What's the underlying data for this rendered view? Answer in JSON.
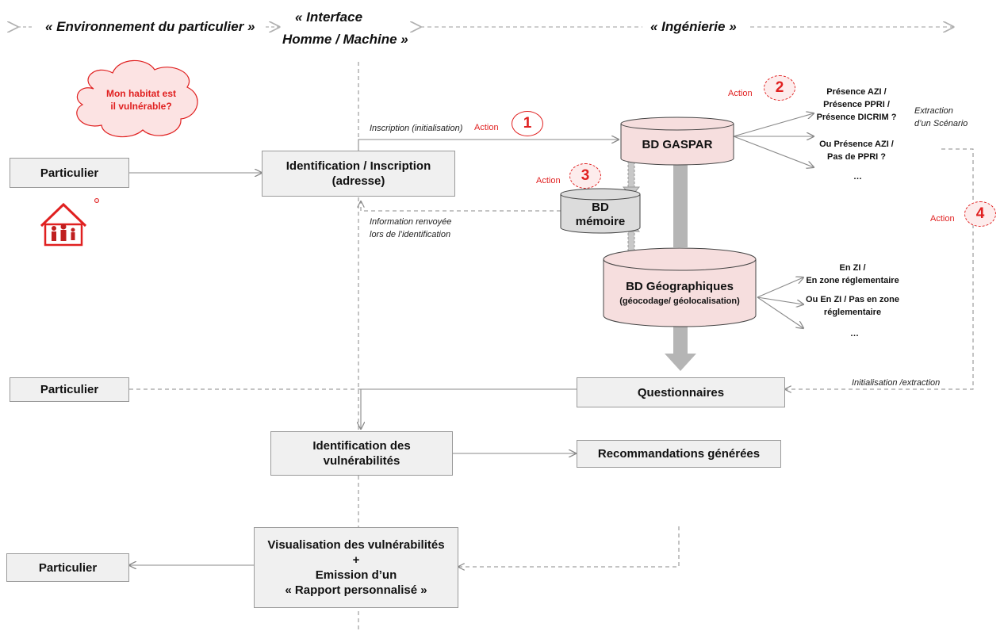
{
  "headers": {
    "env": "« Environnement du particulier »",
    "ihm_line1": "« Interface",
    "ihm_line2": "Homme / Machine »",
    "ing": "« Ingénierie »"
  },
  "cloud": {
    "line1": "Mon habitat est",
    "line2": "il vulnérable?"
  },
  "boxes": {
    "particulier_1": "Particulier",
    "particulier_2": "Particulier",
    "particulier_3": "Particulier",
    "identification_line1": "Identification / Inscription",
    "identification_line2": "(adresse)",
    "questionnaires": "Questionnaires",
    "vuln_line1": "Identification des",
    "vuln_line2": "vulnérabilités",
    "recommandations": "Recommandations générées",
    "visu_line1": "Visualisation des vulnérabilités",
    "visu_line2": "+",
    "visu_line3": "Emission d’un",
    "visu_line4": "« Rapport personnalisé »"
  },
  "databases": {
    "gaspar": "BD GASPAR",
    "memoire_line1": "BD",
    "memoire_line2": "mémoire",
    "geo_line1": "BD Géographiques",
    "geo_line2": "(géocodage/ géolocalisation)"
  },
  "labels": {
    "inscription": "Inscription (initialisation)",
    "info_line1": "Information  renvoyée",
    "info_line2": "lors de l’identification",
    "extraction_line1": "Extraction",
    "extraction_line2": "d’un Scénario",
    "init_extraction": "Initialisation /extraction"
  },
  "gaspar_outputs": {
    "l1": "Présence AZI /",
    "l2": "Présence PPRI /",
    "l3": "Présence DICRIM  ?",
    "l4": "Ou Présence AZI /",
    "l5": "Pas de PPRI  ?",
    "l6": "…"
  },
  "geo_outputs": {
    "l1": "En ZI /",
    "l2": "En zone réglementaire",
    "l3": "Ou En ZI /  Pas en zone",
    "l4": "réglementaire",
    "l5": "…"
  },
  "actions": {
    "label": "Action",
    "n1": "1",
    "n2": "2",
    "n3": "3",
    "n4": "4"
  },
  "colors": {
    "accent_red": "#e02020",
    "db_pink": "#f6dede",
    "box_grey": "#f0f0f0",
    "line_grey": "#8a8a8a"
  },
  "icons": {
    "house": "house-family-icon"
  }
}
